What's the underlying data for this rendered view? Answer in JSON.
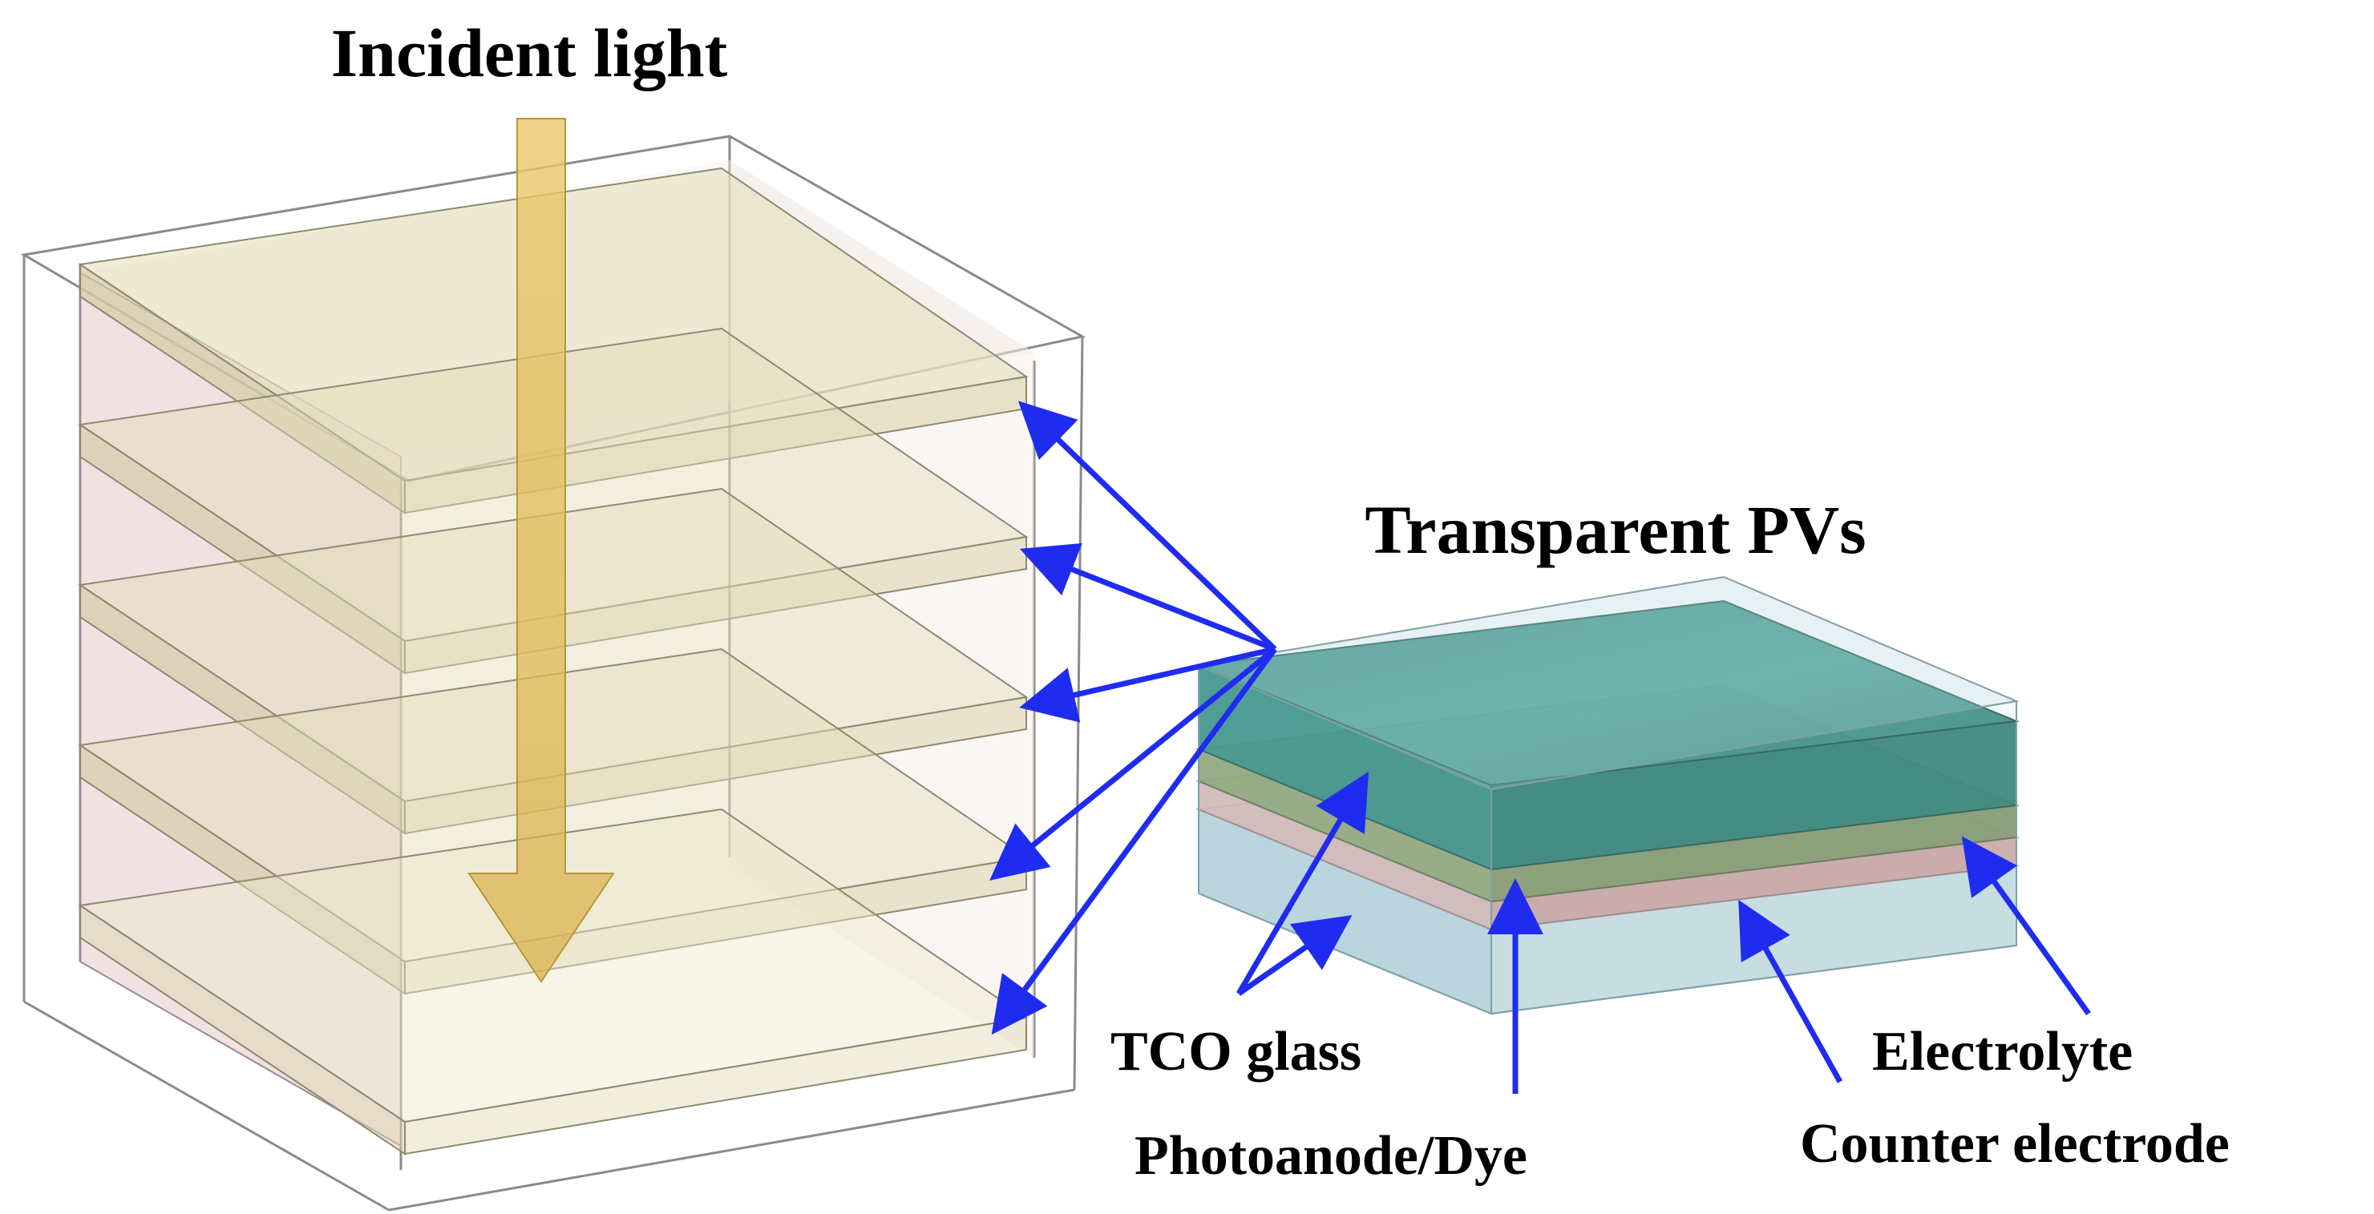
{
  "labels": {
    "incident_light": "Incident light",
    "transparent_pvs": "Transparent PVs",
    "tco_glass": "TCO glass",
    "photoanode_dye": "Photoanode/Dye",
    "electrolyte": "Electrolyte",
    "counter_electrode": "Counter electrode"
  },
  "colors": {
    "arrow_blue": "#1f2cf0",
    "light_arrow": "#e8c66a",
    "glass_blue": "#b9d6de",
    "photoanode_teal": "#2f8a7e",
    "dye_green": "#8ca070",
    "electrolyte_pink": "#d8b2b0",
    "shelf_tint": "#d9d3ae",
    "wall_pink": "#e8c8cc"
  }
}
